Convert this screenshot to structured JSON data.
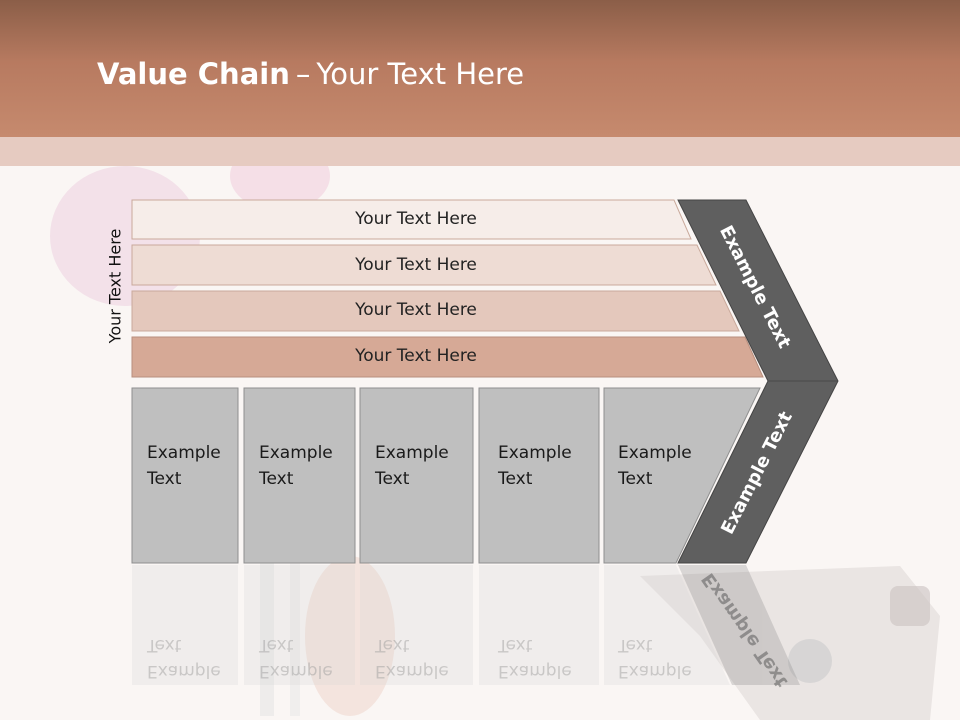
{
  "title": {
    "bold": "Value Chain",
    "dash": "–",
    "rest": "Your Text Here"
  },
  "side_label": "Your Text Here",
  "bars": [
    "Your Text Here",
    "Your Text Here",
    "Your Text Here",
    "Your Text Here"
  ],
  "columns": [
    {
      "line1": "Example",
      "line2": "Text"
    },
    {
      "line1": "Example",
      "line2": "Text"
    },
    {
      "line1": "Example",
      "line2": "Text"
    },
    {
      "line1": "Example",
      "line2": "Text"
    },
    {
      "line1": "Example",
      "line2": "Text"
    }
  ],
  "chevron": {
    "upper": "Example Text",
    "lower": "Example Text"
  },
  "colors": {
    "header": "#c68a6e",
    "bar_1": "#f6ede9",
    "bar_2": "#eedcd4",
    "bar_3": "#e4c8bc",
    "bar_4": "#d6a996",
    "column": "#bfbfbf",
    "chevron": "#5f5f5f"
  }
}
